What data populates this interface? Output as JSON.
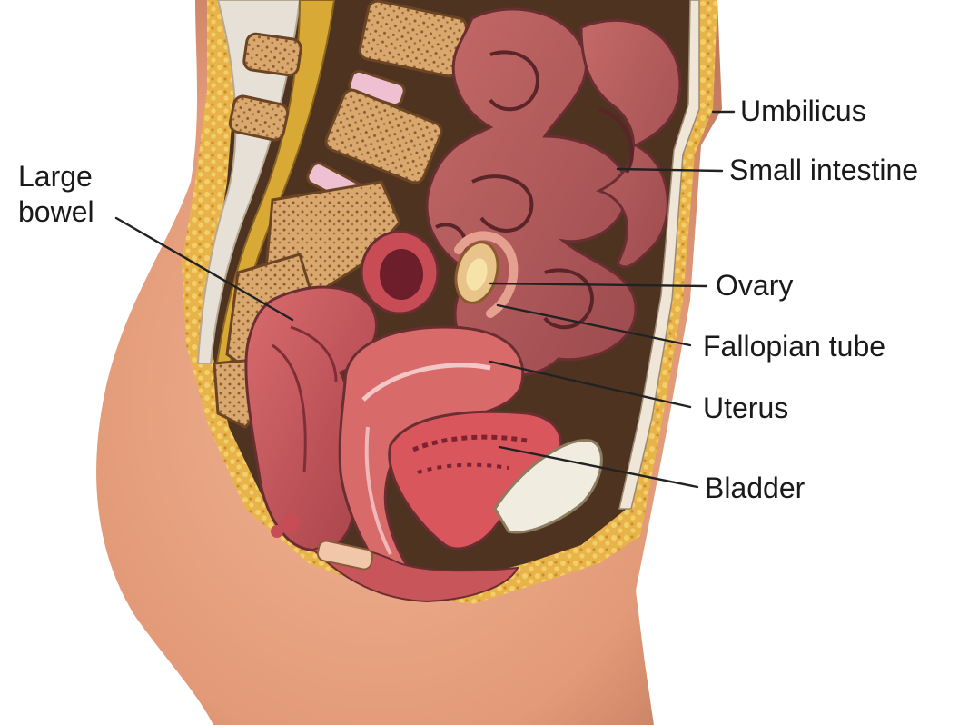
{
  "labels": {
    "large_bowel_line1": "Large",
    "large_bowel_line2": "bowel",
    "umbilicus": "Umbilicus",
    "small_intestine": "Small intestine",
    "ovary": "Ovary",
    "fallopian_tube": "Fallopian tube",
    "uterus": "Uterus",
    "bladder": "Bladder"
  },
  "colors": {
    "skin": "#e8a27f",
    "skin_shadow": "#c97e62",
    "fat": "#e9b84a",
    "bowel": "#c9565a",
    "intestine": "#b05a5c",
    "uterus": "#d86a6a",
    "bone": "#d9a46c",
    "disc": "#f1c6d6",
    "cavity": "#5a3a28",
    "bladder": "#f2eee2"
  }
}
